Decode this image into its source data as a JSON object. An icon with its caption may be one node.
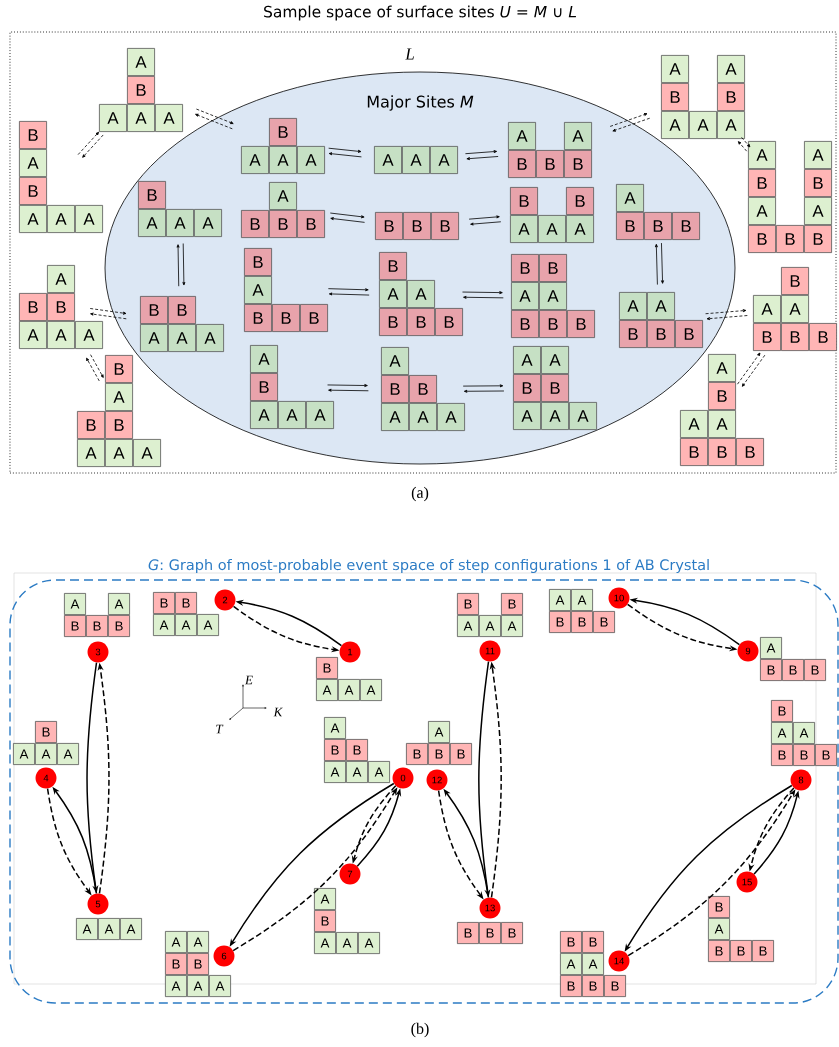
{
  "diagram": {
    "nodes": [
      {
        "text": [
          "Sample space of surface sites *U* = *M* ∪ *L*",
          "L"
        ]
      },
      {
        "text": [
          "Major Sites *M*"
        ],
        "in": 0
      },
      {
        "text": [
          "B",
          "A",
          "A",
          "A"
        ],
        "in": 1
      },
      {
        "text": [
          "A",
          "A",
          "A"
        ],
        "in": 1
      },
      {
        "text": [
          "A",
          "A",
          "B",
          "B",
          "B"
        ],
        "in": 1
      },
      {
        "text": [
          "B",
          "A",
          "A",
          "A"
        ],
        "in": 1
      },
      {
        "text": [
          "A",
          "B",
          "B",
          "B"
        ],
        "in": 1
      },
      {
        "text": [
          "B",
          "B",
          "B"
        ],
        "in": 1
      },
      {
        "text": [
          "B",
          "B",
          "A",
          "A",
          "A"
        ],
        "in": 1
      },
      {
        "text": [
          "A",
          "B",
          "B",
          "B"
        ],
        "in": 1
      },
      {
        "text": [
          "B",
          "B",
          "A",
          "A",
          "A"
        ],
        "in": 1
      },
      {
        "text": [
          "B",
          "A",
          "B",
          "B",
          "B"
        ],
        "in": 1
      },
      {
        "text": [
          "B",
          "A",
          "A",
          "B",
          "B",
          "B"
        ],
        "in": 1
      },
      {
        "text": [
          "B",
          "B",
          "A",
          "A",
          "B",
          "B",
          "B"
        ],
        "in": 1
      },
      {
        "text": [
          "A",
          "A",
          "B",
          "B",
          "B"
        ],
        "in": 1
      },
      {
        "text": [
          "A",
          "B",
          "A",
          "A",
          "A"
        ],
        "in": 1
      },
      {
        "text": [
          "A",
          "B",
          "B",
          "A",
          "A",
          "A"
        ],
        "in": 1
      },
      {
        "text": [
          "A",
          "A",
          "B",
          "B",
          "A",
          "A",
          "A"
        ],
        "in": 1
      },
      {
        "text": [
          "A",
          "B",
          "A",
          "A",
          "A"
        ],
        "in": 0
      },
      {
        "text": [
          "B",
          "A",
          "B",
          "A",
          "A",
          "A"
        ],
        "in": 0
      },
      {
        "text": [
          "A",
          "B",
          "B",
          "A",
          "A",
          "A"
        ],
        "in": 0
      },
      {
        "text": [
          "B",
          "A",
          "B",
          "B",
          "A",
          "A",
          "A"
        ],
        "in": 0
      },
      {
        "text": [
          "A",
          "A",
          "B",
          "B",
          "A",
          "A",
          "A"
        ],
        "in": 0
      },
      {
        "text": [
          "A",
          "A",
          "B",
          "B",
          "A",
          "A",
          "B",
          "B",
          "B"
        ],
        "in": 0
      },
      {
        "text": [
          "B",
          "A",
          "A",
          "B",
          "B",
          "B"
        ],
        "in": 0
      },
      {
        "text": [
          "A",
          "B",
          "A",
          "A",
          "B",
          "B",
          "B"
        ],
        "in": 0
      },
      {
        "text": [
          "*G*: Graph of most-probable event space of step configurations 1 of AB Crystal"
        ]
      },
      {
        "text": [
          "0"
        ],
        "in": 26
      },
      {
        "text": [
          "1"
        ],
        "in": 26
      },
      {
        "text": [
          "2"
        ],
        "in": 26
      },
      {
        "text": [
          "3"
        ],
        "in": 26
      },
      {
        "text": [
          "4"
        ],
        "in": 26
      },
      {
        "text": [
          "5"
        ],
        "in": 26
      },
      {
        "text": [
          "6"
        ],
        "in": 26
      },
      {
        "text": [
          "7"
        ],
        "in": 26
      },
      {
        "text": [
          "8"
        ],
        "in": 26
      },
      {
        "text": [
          "9"
        ],
        "in": 26
      },
      {
        "text": [
          "10"
        ],
        "in": 26
      },
      {
        "text": [
          "11"
        ],
        "in": 26
      },
      {
        "text": [
          "12"
        ],
        "in": 26
      },
      {
        "text": [
          "13"
        ],
        "in": 26
      },
      {
        "text": [
          "14"
        ],
        "in": 26
      },
      {
        "text": [
          "15"
        ],
        "in": 26
      },
      {
        "text": [
          "A",
          "B",
          "B",
          "A",
          "A",
          "A"
        ],
        "in": 26
      },
      {
        "text": [
          "B",
          "A",
          "A",
          "A"
        ],
        "in": 26
      },
      {
        "text": [
          "B",
          "B",
          "A",
          "A",
          "A"
        ],
        "in": 26
      },
      {
        "text": [
          "A",
          "A",
          "B",
          "B",
          "B"
        ],
        "in": 26
      },
      {
        "text": [
          "B",
          "A",
          "A",
          "A"
        ],
        "in": 26
      },
      {
        "text": [
          "A",
          "A",
          "A"
        ],
        "in": 26
      },
      {
        "text": [
          "A",
          "A",
          "B",
          "B",
          "A",
          "A",
          "A"
        ],
        "in": 26
      },
      {
        "text": [
          "A",
          "B",
          "A",
          "A",
          "A"
        ],
        "in": 26
      },
      {
        "text": [
          "B",
          "A",
          "A",
          "B",
          "B",
          "B"
        ],
        "in": 26
      },
      {
        "text": [
          "A",
          "B",
          "B",
          "B"
        ],
        "in": 26
      },
      {
        "text": [
          "A",
          "A",
          "B",
          "B",
          "B"
        ],
        "in": 26
      },
      {
        "text": [
          "B",
          "B",
          "A",
          "A",
          "A"
        ],
        "in": 26
      },
      {
        "text": [
          "A",
          "B",
          "B",
          "B"
        ],
        "in": 26
      },
      {
        "text": [
          "B",
          "B",
          "B"
        ],
        "in": 26
      },
      {
        "text": [
          "B",
          "B",
          "A",
          "A",
          "B",
          "B",
          "B"
        ],
        "in": 26
      },
      {
        "text": [
          "B",
          "A",
          "B",
          "B",
          "B"
        ],
        "in": 26
      }
    ],
    "edges": [
      {
        "from": 2,
        "to": 3,
        "arrow": "to"
      },
      {
        "from": 3,
        "to": 2,
        "arrow": "to"
      },
      {
        "from": 3,
        "to": 4,
        "arrow": "to"
      },
      {
        "from": 4,
        "to": 3,
        "arrow": "to"
      },
      {
        "from": 6,
        "to": 7,
        "arrow": "to"
      },
      {
        "from": 7,
        "to": 6,
        "arrow": "to"
      },
      {
        "from": 7,
        "to": 8,
        "arrow": "to"
      },
      {
        "from": 8,
        "to": 7,
        "arrow": "to"
      },
      {
        "from": 11,
        "to": 12,
        "arrow": "to"
      },
      {
        "from": 12,
        "to": 11,
        "arrow": "to"
      },
      {
        "from": 12,
        "to": 13,
        "arrow": "to"
      },
      {
        "from": 13,
        "to": 12,
        "arrow": "to"
      },
      {
        "from": 15,
        "to": 16,
        "arrow": "to"
      },
      {
        "from": 16,
        "to": 15,
        "arrow": "to"
      },
      {
        "from": 16,
        "to": 17,
        "arrow": "to"
      },
      {
        "from": 17,
        "to": 16,
        "arrow": "to"
      },
      {
        "from": 5,
        "to": 10,
        "arrow": "to"
      },
      {
        "from": 10,
        "to": 5,
        "arrow": "to"
      },
      {
        "from": 9,
        "to": 14,
        "arrow": "to"
      },
      {
        "from": 14,
        "to": 9,
        "arrow": "to"
      },
      {
        "from": 18,
        "to": 2,
        "arrow": "to",
        "style": "dashed"
      },
      {
        "from": 2,
        "to": 18,
        "arrow": "to",
        "style": "dashed"
      },
      {
        "from": 19,
        "to": 18,
        "arrow": "to",
        "style": "dashed"
      },
      {
        "from": 18,
        "to": 19,
        "arrow": "to",
        "style": "dashed"
      },
      {
        "from": 20,
        "to": 10,
        "arrow": "to",
        "style": "dashed"
      },
      {
        "from": 10,
        "to": 20,
        "arrow": "to",
        "style": "dashed"
      },
      {
        "from": 20,
        "to": 21,
        "arrow": "to",
        "style": "dashed"
      },
      {
        "from": 21,
        "to": 20,
        "arrow": "to",
        "style": "dashed"
      },
      {
        "from": 22,
        "to": 4,
        "arrow": "to",
        "style": "dashed"
      },
      {
        "from": 4,
        "to": 22,
        "arrow": "to",
        "style": "dashed"
      },
      {
        "from": 22,
        "to": 23,
        "arrow": "to",
        "style": "dashed"
      },
      {
        "from": 23,
        "to": 22,
        "arrow": "to",
        "style": "dashed"
      },
      {
        "from": 24,
        "to": 14,
        "arrow": "to",
        "style": "dashed"
      },
      {
        "from": 14,
        "to": 24,
        "arrow": "to",
        "style": "dashed"
      },
      {
        "from": 24,
        "to": 25,
        "arrow": "to",
        "style": "dashed"
      },
      {
        "from": 25,
        "to": 24,
        "arrow": "to",
        "style": "dashed"
      },
      {
        "from": 28,
        "to": 29,
        "arrow": "to"
      },
      {
        "from": 29,
        "to": 28,
        "arrow": "to",
        "style": "dashed"
      },
      {
        "from": 30,
        "to": 32,
        "arrow": "to"
      },
      {
        "from": 32,
        "to": 30,
        "arrow": "to",
        "style": "dashed"
      },
      {
        "from": 32,
        "to": 31,
        "arrow": "to"
      },
      {
        "from": 31,
        "to": 32,
        "arrow": "to",
        "style": "dashed"
      },
      {
        "from": 27,
        "to": 33,
        "arrow": "to"
      },
      {
        "from": 33,
        "to": 27,
        "arrow": "to",
        "style": "dashed"
      },
      {
        "from": 27,
        "to": 34,
        "arrow": "to",
        "style": "dashed"
      },
      {
        "from": 34,
        "to": 27,
        "arrow": "to"
      },
      {
        "from": 36,
        "to": 37,
        "arrow": "to"
      },
      {
        "from": 37,
        "to": 36,
        "arrow": "to",
        "style": "dashed"
      },
      {
        "from": 38,
        "to": 40,
        "arrow": "to"
      },
      {
        "from": 40,
        "to": 38,
        "arrow": "to",
        "style": "dashed"
      },
      {
        "from": 40,
        "to": 39,
        "arrow": "to"
      },
      {
        "from": 39,
        "to": 40,
        "arrow": "to",
        "style": "dashed"
      },
      {
        "from": 35,
        "to": 41,
        "arrow": "to"
      },
      {
        "from": 41,
        "to": 35,
        "arrow": "to",
        "style": "dashed"
      },
      {
        "from": 35,
        "to": 42,
        "arrow": "to",
        "style": "dashed"
      },
      {
        "from": 42,
        "to": 35,
        "arrow": "to"
      }
    ],
    "labels": [
      "(a)",
      "E",
      "K",
      "T",
      "(b)"
    ]
  }
}
